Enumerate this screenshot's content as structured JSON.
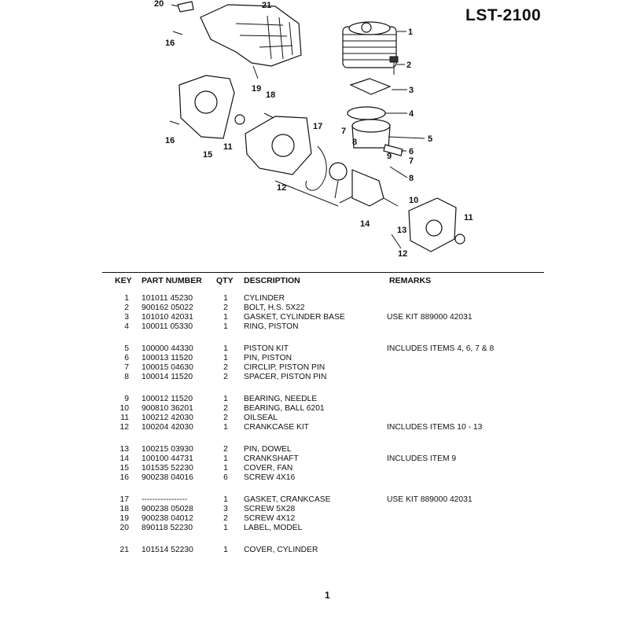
{
  "model": "LST-2100",
  "callouts": [
    "20",
    "21",
    "16",
    "1",
    "2",
    "19",
    "3",
    "18",
    "4",
    "17",
    "7",
    "5",
    "16",
    "11",
    "8",
    "6",
    "9",
    "7",
    "15",
    "8",
    "12",
    "10",
    "14",
    "11",
    "13",
    "12"
  ],
  "table": {
    "headers": {
      "key": "KEY",
      "part_number": "PART NUMBER",
      "qty": "QTY",
      "description": "DESCRIPTION",
      "remarks": "REMARKS"
    },
    "groups": [
      [
        {
          "key": "1",
          "part": "101011 45230",
          "qty": "1",
          "desc": "CYLINDER",
          "remarks": ""
        },
        {
          "key": "2",
          "part": "900162 05022",
          "qty": "2",
          "desc": "BOLT, H.S.  5X22",
          "remarks": ""
        },
        {
          "key": "3",
          "part": "101010 42031",
          "qty": "1",
          "desc": "GASKET, CYLINDER BASE",
          "remarks": "USE KIT 889000 42031"
        },
        {
          "key": "4",
          "part": "100011 05330",
          "qty": "1",
          "desc": "RING, PISTON",
          "remarks": ""
        }
      ],
      [
        {
          "key": "5",
          "part": "100000 44330",
          "qty": "1",
          "desc": "PISTON KIT",
          "remarks": "INCLUDES ITEMS 4, 6, 7 & 8"
        },
        {
          "key": "6",
          "part": "100013 11520",
          "qty": "1",
          "desc": "PIN, PISTON",
          "remarks": ""
        },
        {
          "key": "7",
          "part": "100015 04630",
          "qty": "2",
          "desc": "CIRCLIP, PISTON PIN",
          "remarks": ""
        },
        {
          "key": "8",
          "part": "100014 11520",
          "qty": "2",
          "desc": "SPACER, PISTON PIN",
          "remarks": ""
        }
      ],
      [
        {
          "key": "9",
          "part": "100012 11520",
          "qty": "1",
          "desc": "BEARING, NEEDLE",
          "remarks": ""
        },
        {
          "key": "10",
          "part": "900810 36201",
          "qty": "2",
          "desc": "BEARING, BALL  6201",
          "remarks": ""
        },
        {
          "key": "11",
          "part": "100212 42030",
          "qty": "2",
          "desc": "OILSEAL",
          "remarks": ""
        },
        {
          "key": "12",
          "part": "100204 42030",
          "qty": "1",
          "desc": "CRANKCASE KIT",
          "remarks": "INCLUDES ITEMS 10 - 13"
        }
      ],
      [
        {
          "key": "13",
          "part": "100215 03930",
          "qty": "2",
          "desc": "PIN, DOWEL",
          "remarks": ""
        },
        {
          "key": "14",
          "part": "100100 44731",
          "qty": "1",
          "desc": "CRANKSHAFT",
          "remarks": "INCLUDES ITEM 9"
        },
        {
          "key": "15",
          "part": "101535 52230",
          "qty": "1",
          "desc": "COVER, FAN",
          "remarks": ""
        },
        {
          "key": "16",
          "part": "900238 04016",
          "qty": "6",
          "desc": "SCREW  4X16",
          "remarks": ""
        }
      ],
      [
        {
          "key": "17",
          "part": "-----------------",
          "qty": "1",
          "desc": "GASKET, CRANKCASE",
          "remarks": "USE KIT 889000 42031"
        },
        {
          "key": "18",
          "part": "900238 05028",
          "qty": "3",
          "desc": "SCREW  5X28",
          "remarks": ""
        },
        {
          "key": "19",
          "part": "900238 04012",
          "qty": "2",
          "desc": "SCREW  4X12",
          "remarks": ""
        },
        {
          "key": "20",
          "part": "890118 52230",
          "qty": "1",
          "desc": "LABEL, MODEL",
          "remarks": ""
        }
      ],
      [
        {
          "key": "21",
          "part": "101514 52230",
          "qty": "1",
          "desc": "COVER, CYLINDER",
          "remarks": ""
        }
      ]
    ]
  },
  "page_number": "1"
}
